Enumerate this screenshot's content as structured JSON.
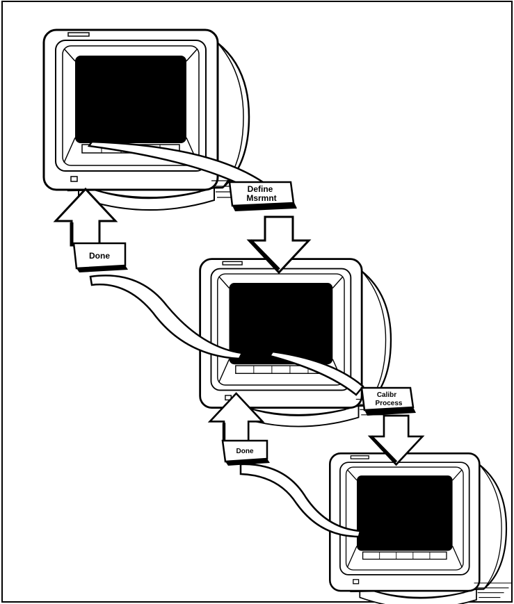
{
  "keys": {
    "define_measurement": {
      "line1": "Define",
      "line2": "Msrmnt"
    },
    "done_upper": {
      "label": "Done"
    },
    "calibr_process": {
      "line1": "Calibr",
      "line2": "Process"
    },
    "done_lower": {
      "label": "Done"
    }
  },
  "colors": {
    "ink": "#000000",
    "paper": "#ffffff",
    "screen": "#000000"
  },
  "icons": [
    "monitor-icon",
    "arrow-down-icon",
    "arrow-up-icon",
    "key-icon"
  ]
}
